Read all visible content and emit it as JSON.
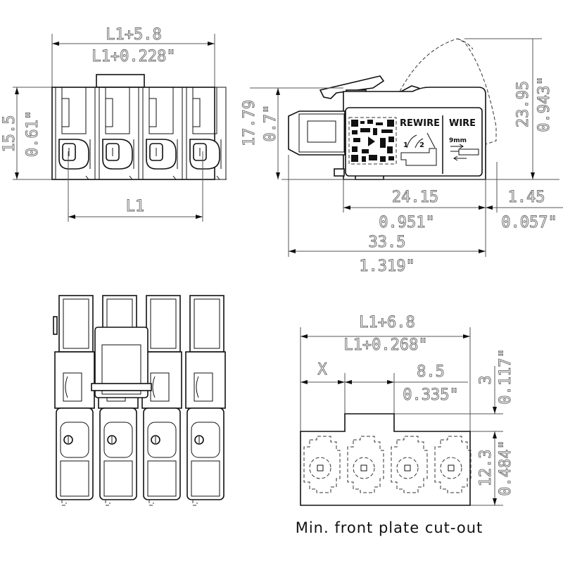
{
  "front_view": {
    "width_mm": "L1+5.8",
    "width_in": "L1+0.228\"",
    "height_mm": "15.5",
    "height_in": "0.61\"",
    "pitch_label": "L1"
  },
  "side_view": {
    "height_mm": "17.79",
    "height_in": "0.7\"",
    "lever_height_mm": "23.95",
    "lever_height_in": "0.943\"",
    "body_len_mm": "24.15",
    "body_len_in": "0.951\"",
    "offset_mm": "1.45",
    "offset_in": "0.057\"",
    "total_len_mm": "33.5",
    "total_len_in": "1.319\"",
    "label": {
      "rewire": "REWIRE",
      "wire": "WIRE",
      "strip_length": "9mm",
      "step1": "1",
      "step2": "2"
    }
  },
  "cutout_view": {
    "width_mm": "L1+6.8",
    "width_in": "L1+0.268\"",
    "x_label": "X",
    "offset_mm": "8.5",
    "offset_in": "0.335\"",
    "step_mm": "3",
    "step_in": "0.117\"",
    "height_mm": "12.3",
    "height_in": "0.484\"",
    "caption": "Min. front plate cut-out"
  }
}
